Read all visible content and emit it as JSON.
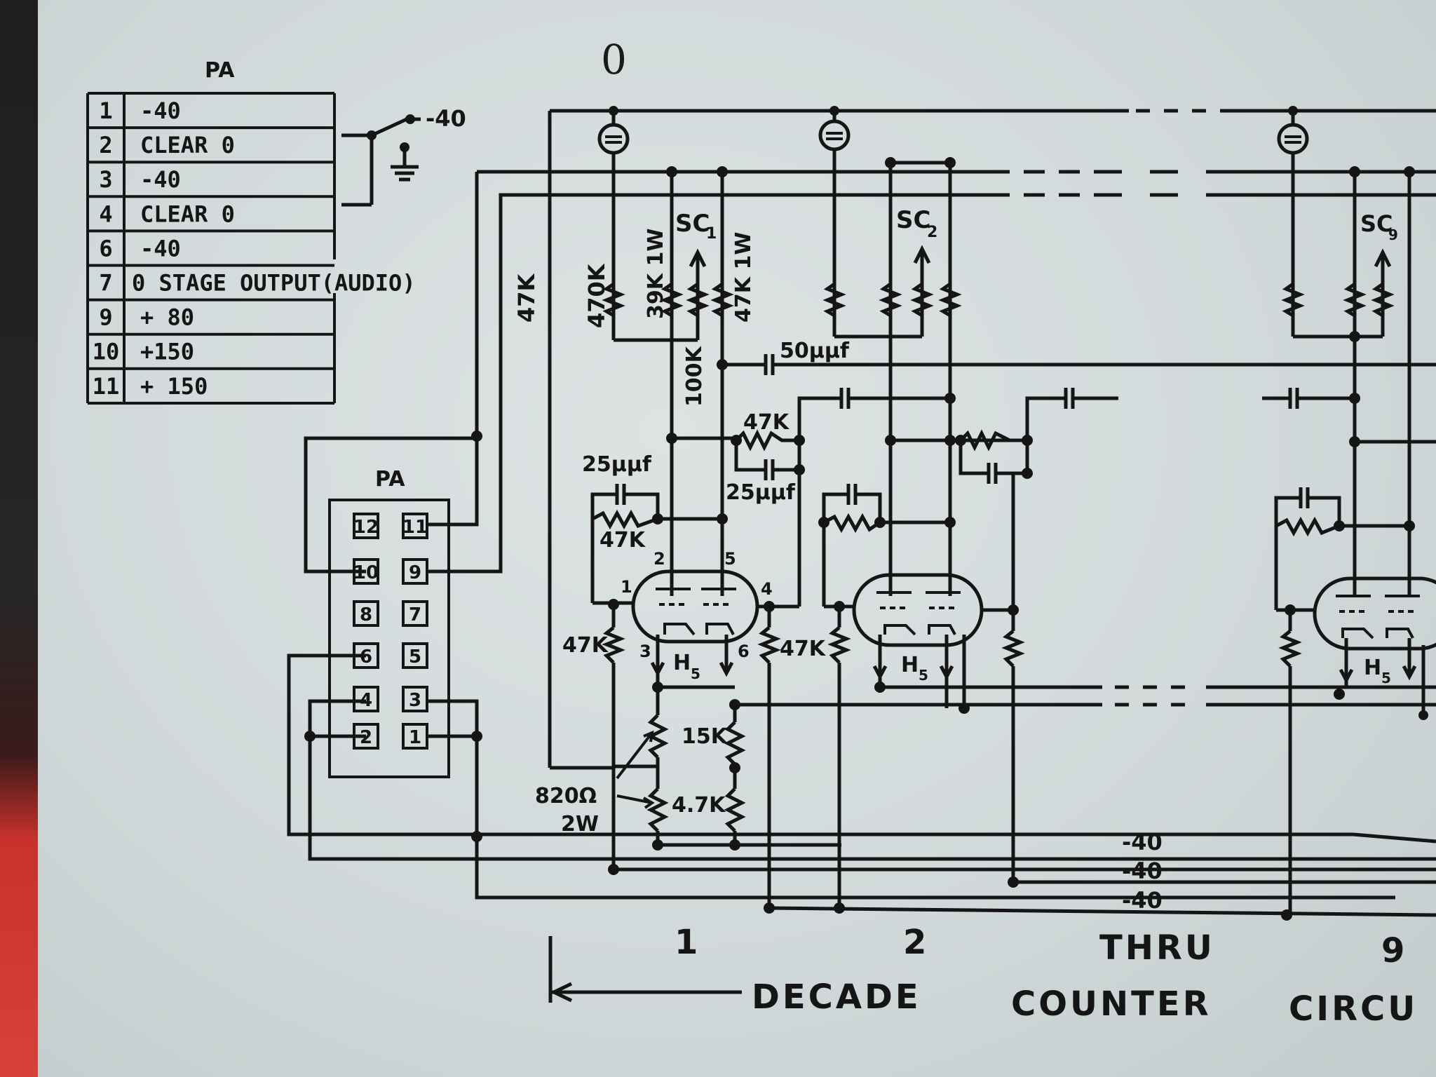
{
  "pin_table": {
    "header": "PA",
    "rows": [
      {
        "pin": "1",
        "desc": "-40"
      },
      {
        "pin": "2",
        "desc": "CLEAR  0"
      },
      {
        "pin": "3",
        "desc": "-40"
      },
      {
        "pin": "4",
        "desc": "CLEAR  0"
      },
      {
        "pin": "6",
        "desc": "-40"
      },
      {
        "pin": "7",
        "desc": "0 STAGE OUTPUT(AUDIO)"
      },
      {
        "pin": "9",
        "desc": "+ 80"
      },
      {
        "pin": "10",
        "desc": "+150"
      },
      {
        "pin": "11",
        "desc": "+ 150"
      }
    ]
  },
  "switch_label": "-40",
  "connector": {
    "header": "PA",
    "left_pins": [
      "12",
      "10",
      "8",
      "6",
      "4",
      "2"
    ],
    "right_pins": [
      "11",
      "9",
      "7",
      "5",
      "3",
      "1"
    ]
  },
  "components": {
    "r_47k_a": "47K",
    "r_470k": "470K",
    "r_39k": "39K 1W",
    "sc1": "SC",
    "sc1_sub": "1",
    "r_47k_1w": "47K 1W",
    "sc2": "SC",
    "sc2_sub": "2",
    "sc9": "SC",
    "sc9_sub": "9",
    "c_50": "50µµf",
    "r_100k": "100K",
    "r_47k_b": "47K",
    "c_25_a": "25µµf",
    "c_25_b": "25µµf",
    "r_47k_c": "47K",
    "pin2": "2",
    "pin5": "5",
    "pin1": "1",
    "pin4": "4",
    "pin3": "3",
    "pin6": "6",
    "r_47k_d": "47K",
    "r_47k_e": "47K",
    "h5_a": "H",
    "h5_a_sub": "5",
    "h5_b": "H",
    "h5_b_sub": "5",
    "h5_c": "H",
    "h5_c_sub": "5",
    "r_15k": "15K",
    "r_4_7k": "4.7K",
    "r_820": "820Ω",
    "r_820_w": "2W"
  },
  "rails": {
    "r1": "-40",
    "r2": "-40",
    "r3": "-40"
  },
  "stage_labels": {
    "s1": "1",
    "s2": "2",
    "thru": "THRU",
    "s9": "9"
  },
  "footer": {
    "decade": "DECADE",
    "counter": "COUNTER",
    "circuit": "CIRCU"
  },
  "handwritten": "0"
}
